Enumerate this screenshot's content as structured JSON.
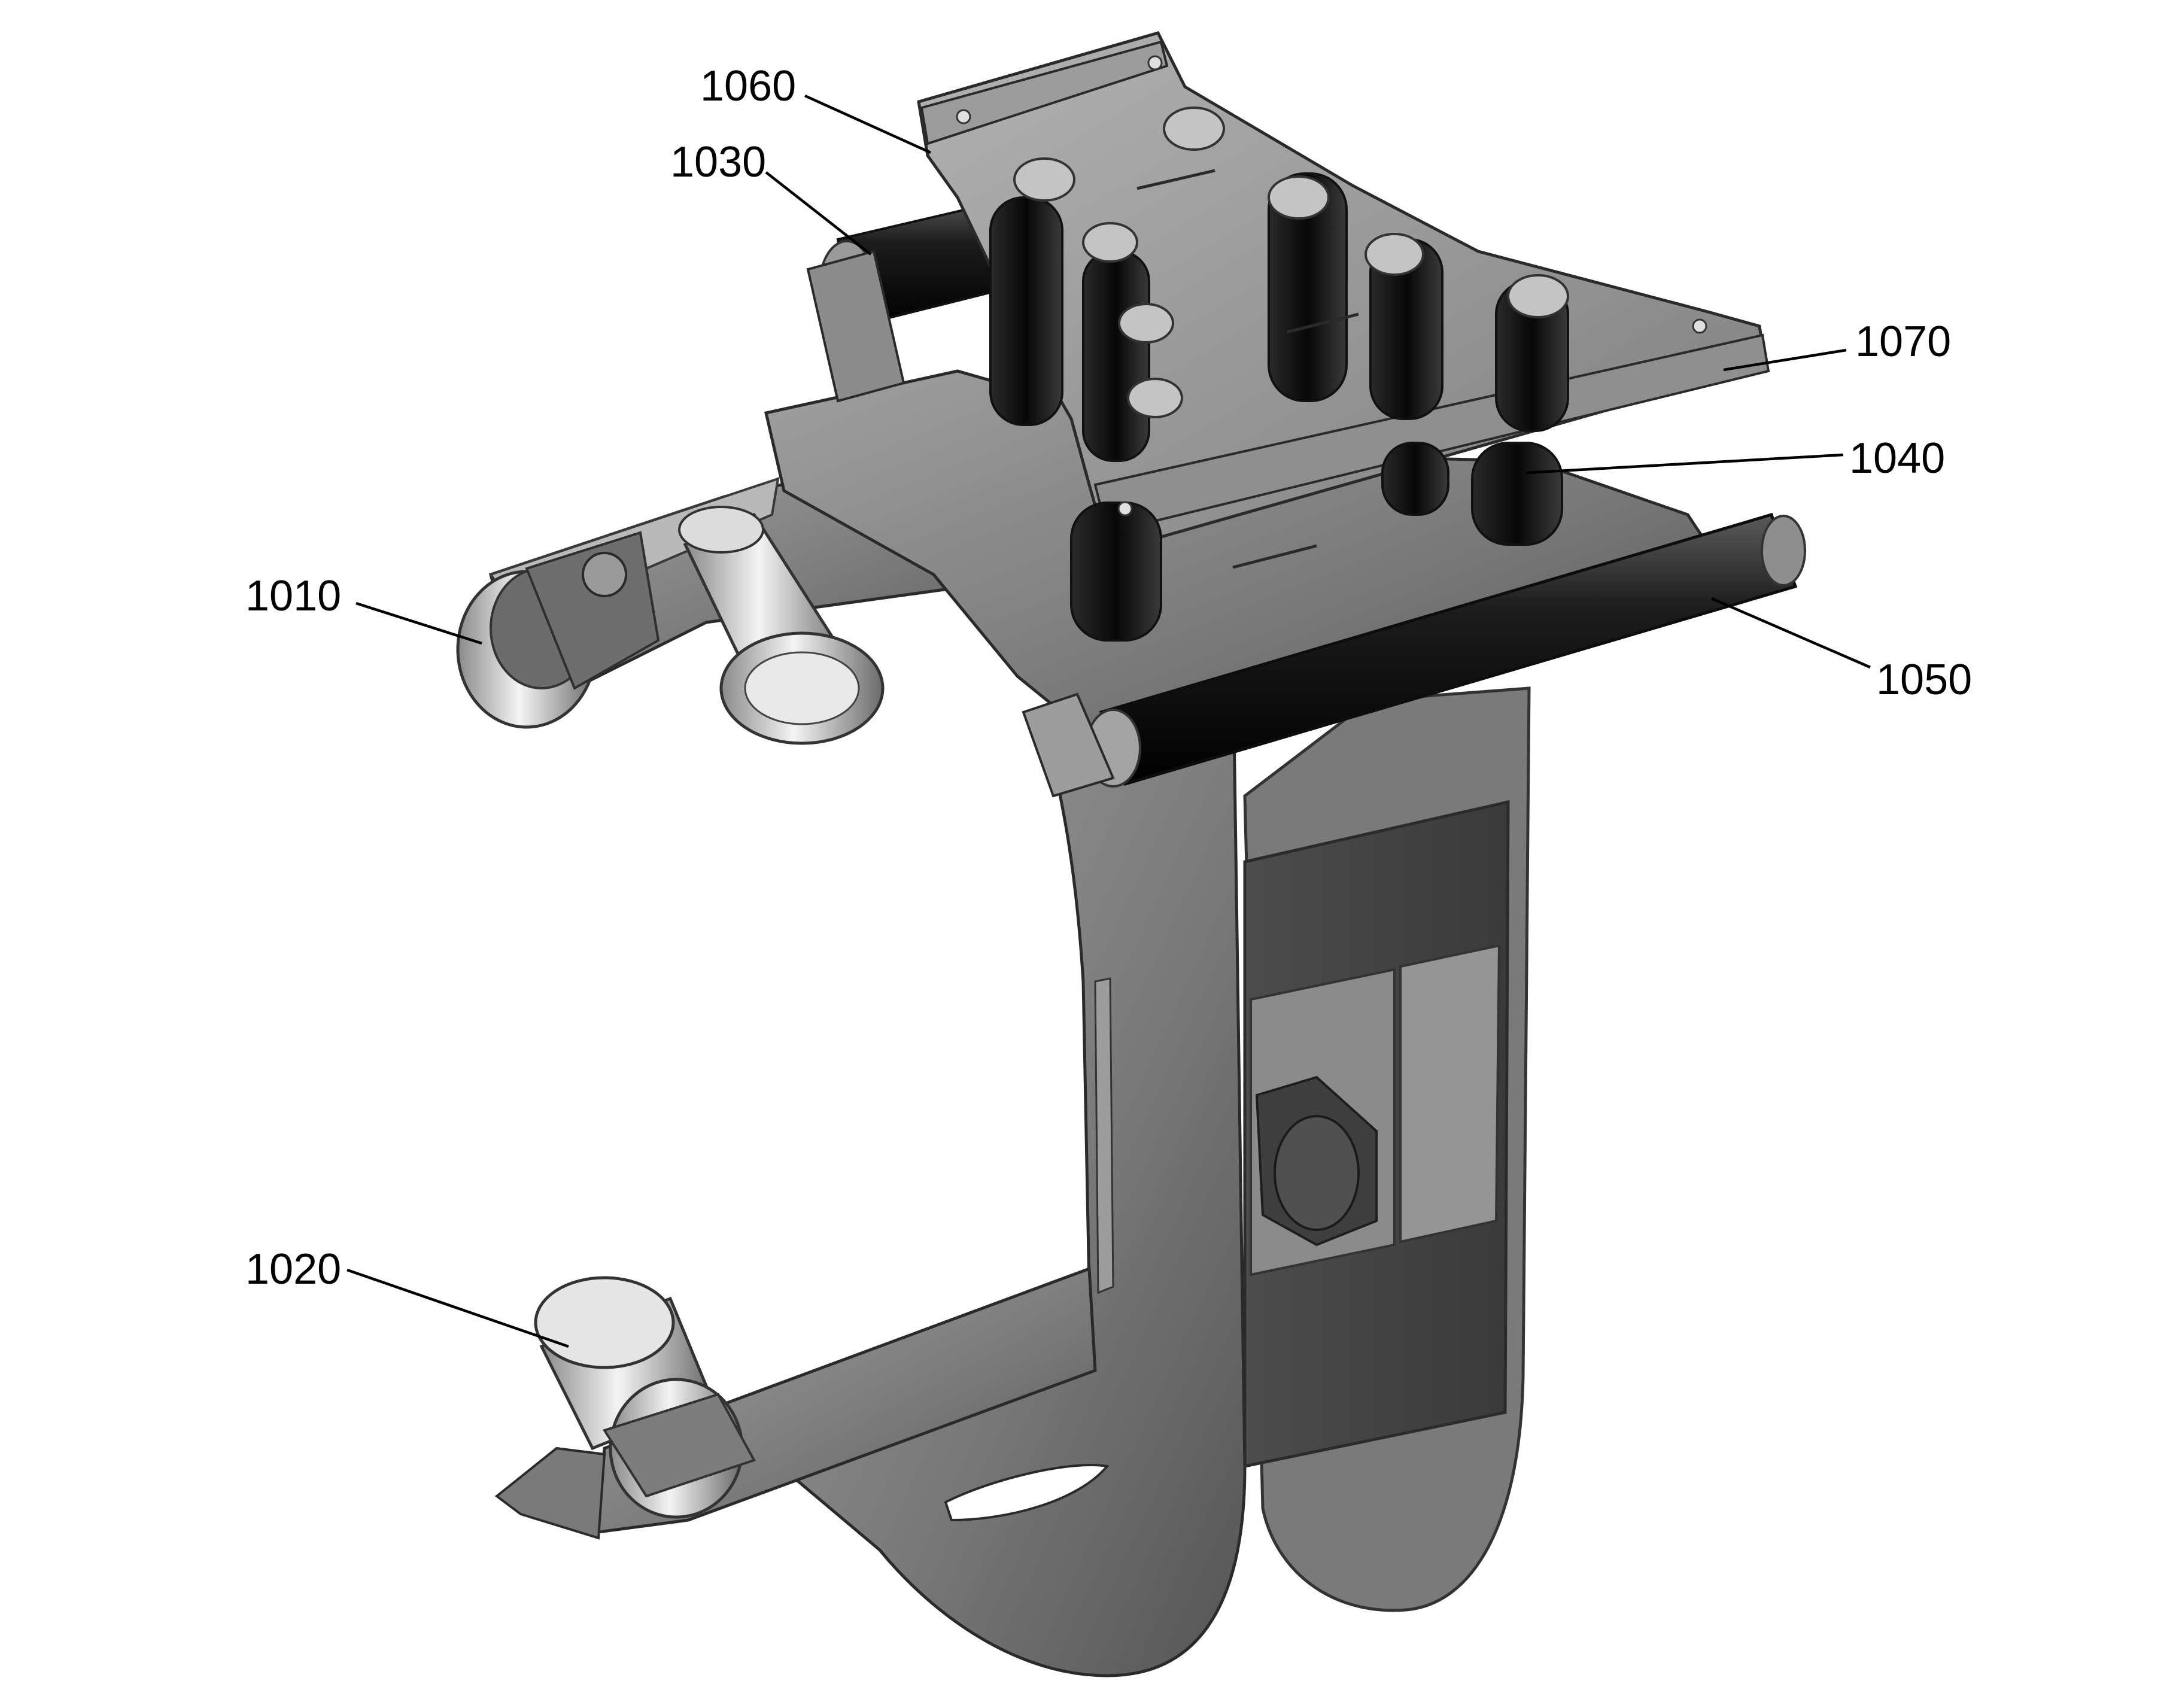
{
  "figure": {
    "reference_numerals": {
      "ref_1010": "1010",
      "ref_1020": "1020",
      "ref_1030": "1030",
      "ref_1040": "1040",
      "ref_1050": "1050",
      "ref_1060": "1060",
      "ref_1070": "1070"
    }
  }
}
